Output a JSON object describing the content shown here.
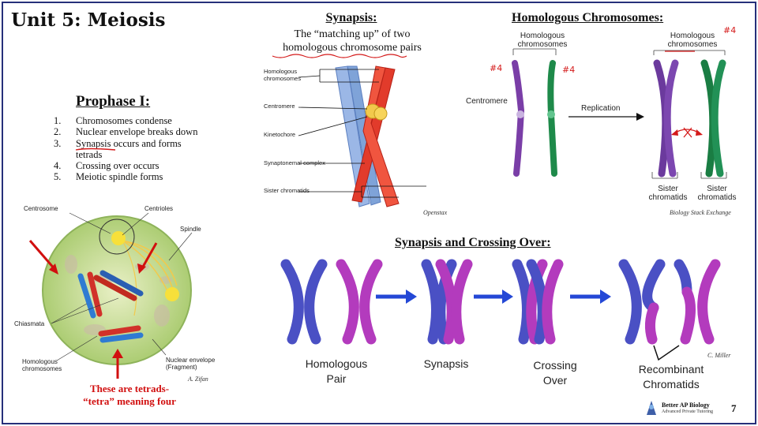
{
  "slide": {
    "title": "Unit 5: Meiosis",
    "page_number": "7"
  },
  "prophase": {
    "heading": "Prophase I:",
    "steps": [
      {
        "num": "1.",
        "text": "Chromosomes condense"
      },
      {
        "num": "2.",
        "text": "Nuclear envelope breaks down"
      },
      {
        "num": "3.",
        "text": "Synapsis occurs and forms tetrads"
      },
      {
        "num": "4.",
        "text": "Crossing over occurs"
      },
      {
        "num": "5.",
        "text": "Meiotic spindle forms"
      }
    ]
  },
  "cell_figure": {
    "labels": {
      "centrosome": "Centrosome",
      "centrioles": "Centrioles",
      "spindle": "Spindle",
      "chiasmata": "Chiasmata",
      "homologous": "Homologous chromosomes",
      "nuclear_envelope": "Nuclear envelope (Fragment)"
    },
    "credit": "A. Zifan",
    "note_line1": "These are tetrads-",
    "note_line2": "“tetra” meaning four"
  },
  "synapsis": {
    "heading": "Synapsis:",
    "subtitle_line1": "The “matching up” of two",
    "subtitle_line2": "homologous chromosome pairs",
    "labels": {
      "homologous": "Homologous chromosomes",
      "centromere": "Centromere",
      "kinetochore": "Kinetochore",
      "synaptonemal": "Synaptonemal complex",
      "sister": "Sister chromatids"
    },
    "credit": "Openstax"
  },
  "homologous": {
    "heading": "Homologous Chromosomes:",
    "labels": {
      "homologous_left": "Homologous chromosomes",
      "homologous_right": "Homologous chromosomes",
      "centromere": "Centromere",
      "replication": "Replication",
      "sister_left": "Sister chromatids",
      "sister_right": "Sister chromatids"
    },
    "annotations": {
      "num_a": "#4",
      "num_b": "#4",
      "num_c": "#4"
    },
    "credit": "Biology Stack Exchange"
  },
  "crossing": {
    "heading": "Synapsis and Crossing Over:",
    "stage_labels": {
      "pair": "Homologous Pair",
      "synapsis": "Synapsis",
      "crossing": "Crossing Over",
      "recombinant": "Recombinant Chromatids"
    },
    "credit": "C. Miller"
  },
  "branding": {
    "name": "Better AP Biology",
    "tagline": "Advanced Private Tutoring"
  },
  "colors": {
    "border": "#26307a",
    "blue_chromatid": "#4a50c4",
    "magenta_chromatid": "#b33bbd",
    "red_note": "#d10f0f",
    "arrow_blue": "#2448d6"
  }
}
